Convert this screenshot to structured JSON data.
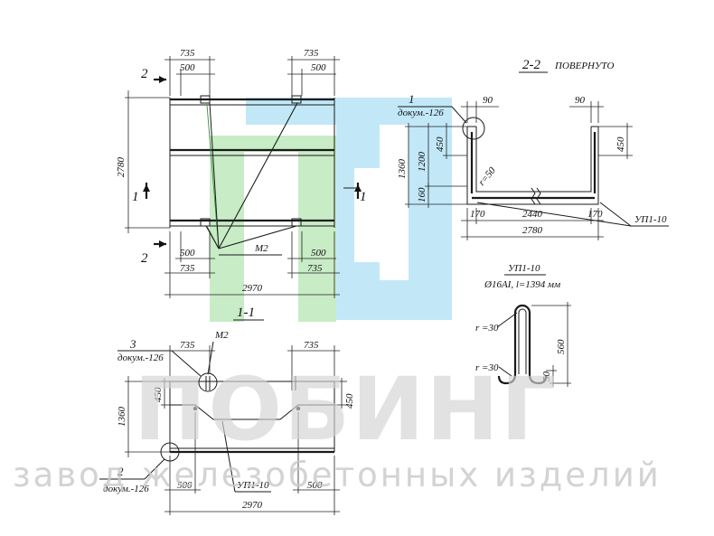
{
  "watermark": {
    "brand": "ПОБИНГ",
    "tagline": "завод железобетонных изделий",
    "colors": {
      "green": "#c8ecc6",
      "blue": "#c2e8f8",
      "text": "#d0d0d0"
    }
  },
  "plan": {
    "dim_top_left_outer": "735",
    "dim_top_left_inner": "500",
    "dim_top_right_outer": "735",
    "dim_top_right_inner": "500",
    "dim_bottom_left_inner": "500",
    "dim_bottom_left_outer": "735",
    "dim_bottom_right_inner": "500",
    "dim_bottom_right_outer": "735",
    "dim_total_width": "2970",
    "dim_height": "2780",
    "section_2_top": "2",
    "section_2_bottom": "2",
    "section_1_left": "1",
    "section_1_right": "1",
    "leader_label": "М2"
  },
  "section_1_1": {
    "title": "1-1",
    "ref3_num": "3",
    "ref3_doc": "докум.-126",
    "ref2_num": "2",
    "ref2_doc": "докум.-126",
    "m2_label": "М2",
    "dim_top_left": "735",
    "dim_top_right": "735",
    "dim_left_small": "450",
    "dim_right_small": "450",
    "dim_height": "1360",
    "dim_bottom_left": "500",
    "dim_bottom_right": "500",
    "dim_total": "2970",
    "up_label": "УП1-10"
  },
  "section_2_2": {
    "title": "2-2",
    "subtitle": "ПОВЕРНУТО",
    "ref1_num": "1",
    "ref1_doc": "докум.-126",
    "dim_top_left": "90",
    "dim_top_right": "90",
    "dim_450_left": "450",
    "dim_450_right": "450",
    "dim_1200": "1200",
    "dim_1360": "1360",
    "dim_160": "160",
    "radius_label": "r=50",
    "dim_170_left": "170",
    "dim_2440": "2440",
    "dim_170_right": "170",
    "dim_2780": "2780",
    "up_label": "УП1-10"
  },
  "loop_detail": {
    "title": "УП1-10",
    "spec": "Ø16АI, l=1394 мм",
    "r_top": "r =30",
    "r_bottom": "r =30",
    "dim_560": "560",
    "dim_50": "50"
  }
}
